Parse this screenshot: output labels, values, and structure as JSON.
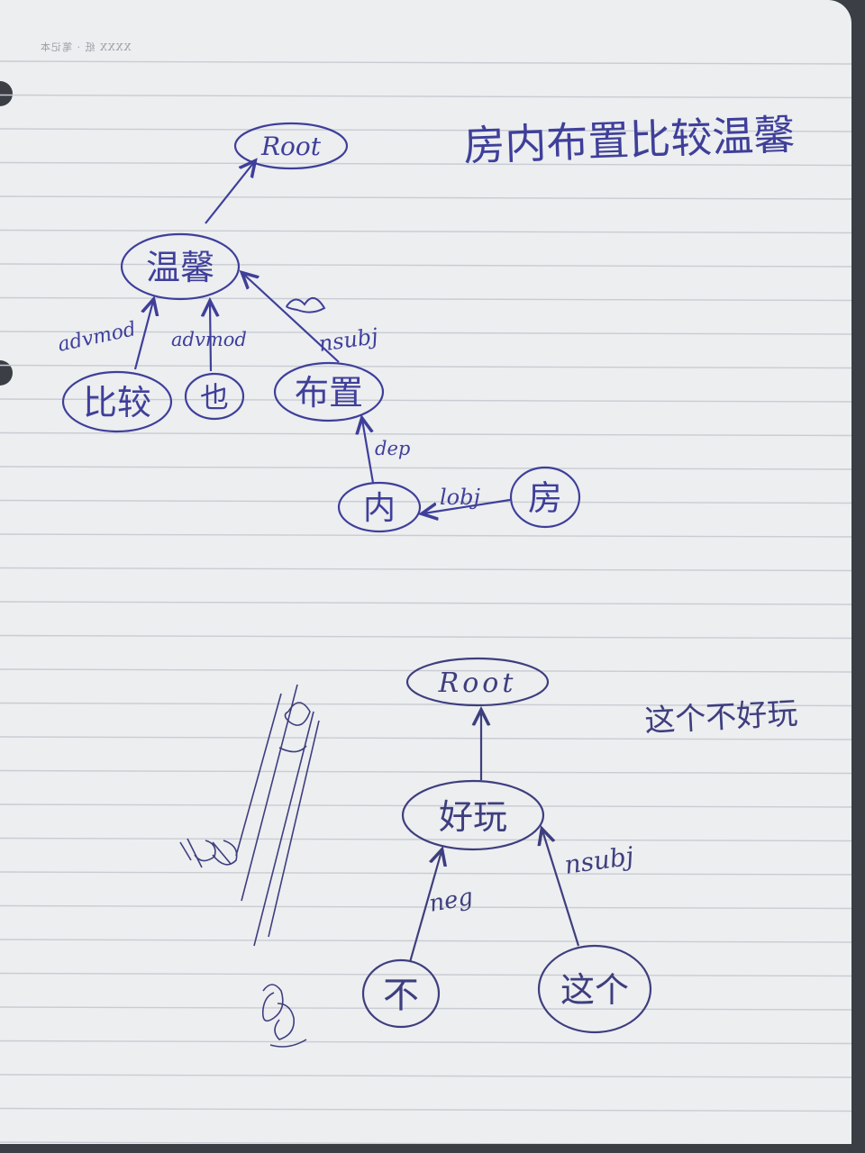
{
  "header_print": "XXXX 纸 · 笔记本",
  "diagram1": {
    "title": "房内布置比较温馨",
    "nodes": {
      "root": "Root",
      "wenxin": "温馨",
      "bijiao": "比较",
      "ye": "也",
      "buzhi": "布置",
      "nei": "内",
      "fang": "房"
    },
    "edges": {
      "advmod1": "advmod",
      "advmod2": "advmod",
      "nsubj": "nsubj",
      "dep": "dep",
      "lobj": "lobj"
    }
  },
  "diagram2": {
    "title": "这个不好玩",
    "nodes": {
      "root": "Root",
      "haowan": "好玩",
      "bu": "不",
      "zhege": "这个"
    },
    "edges": {
      "neg": "neg",
      "nsubj": "nsubj"
    }
  },
  "colors": {
    "paper": "#eceef0",
    "ruled_line": "#c9ccd2",
    "ink": "#3f3f9a",
    "ink_dark": "#3e3e7e",
    "background": "#3b3f45"
  }
}
